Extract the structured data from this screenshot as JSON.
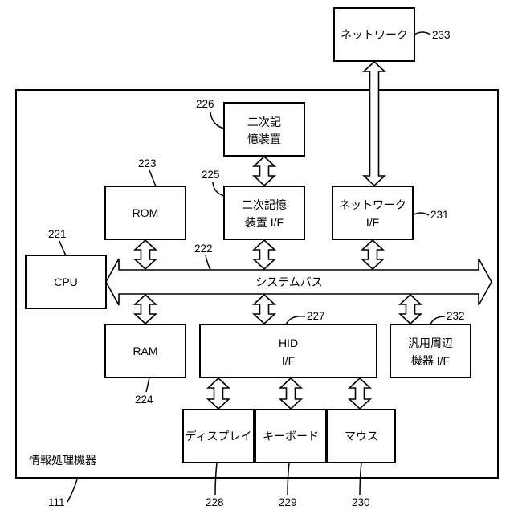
{
  "blocks": {
    "network": {
      "label": "ネットワーク",
      "ref": "233"
    },
    "device": {
      "label": "情報処理機器",
      "ref": "111"
    },
    "secondary_storage": {
      "line1": "二次記",
      "line2": "憶装置",
      "ref": "226"
    },
    "rom": {
      "label": "ROM",
      "ref": "223"
    },
    "storage_if": {
      "line1": "二次記憶",
      "line2": "装置 I/F",
      "ref": "225"
    },
    "network_if": {
      "line1": "ネットワーク",
      "line2": "I/F",
      "ref": "231"
    },
    "cpu": {
      "label": "CPU",
      "ref": "221"
    },
    "system_bus": {
      "label": "システムバス",
      "ref": "222"
    },
    "ram": {
      "label": "RAM",
      "ref": "224"
    },
    "hid_if": {
      "line1": "HID",
      "line2": "I/F",
      "ref": "227"
    },
    "general_if": {
      "line1": "汎用周辺",
      "line2": "機器 I/F",
      "ref": "232"
    },
    "display": {
      "label": "ディスプレイ",
      "ref": "228"
    },
    "keyboard": {
      "label": "キーボード",
      "ref": "229"
    },
    "mouse": {
      "label": "マウス",
      "ref": "230"
    }
  }
}
